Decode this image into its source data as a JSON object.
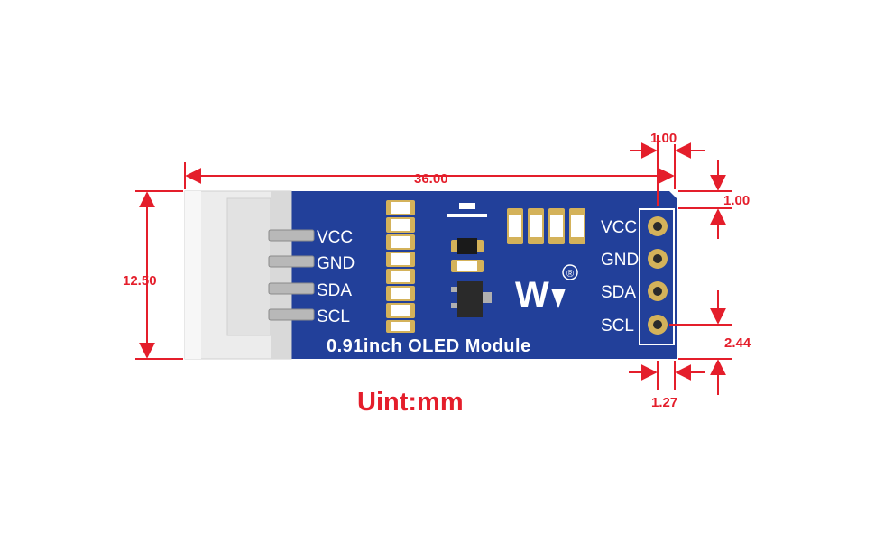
{
  "module": {
    "title": "0.91inch OLED Module",
    "left_pins": [
      "VCC",
      "GND",
      "SDA",
      "SCL"
    ],
    "right_pins": [
      "VCC",
      "GND",
      "SDA",
      "SCL"
    ],
    "logo_text": "W",
    "registered_mark": "®"
  },
  "dimensions": {
    "length": "36.00",
    "height": "12.50",
    "hole_edge_x": "1.00",
    "hole_edge_y": "1.00",
    "pin_pitch": "2.44",
    "hole_offset": "1.27"
  },
  "unit_label": "Uint:mm",
  "colors": {
    "dimension": "#e41e2b",
    "board": "#22409a",
    "silkscreen": "#ffffff",
    "pad": "#d4b25a"
  }
}
